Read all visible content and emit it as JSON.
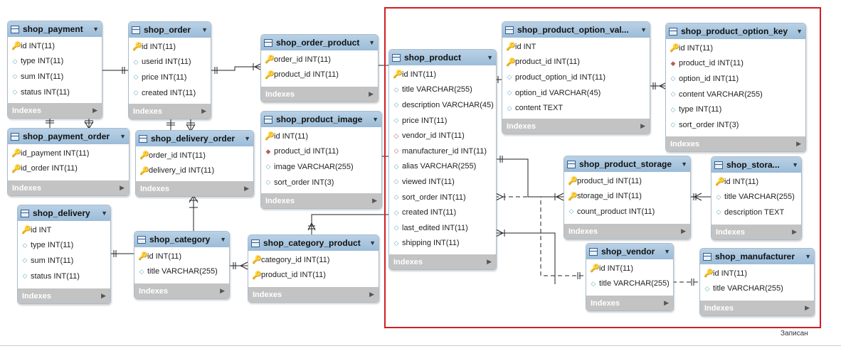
{
  "caption": "Записан",
  "indexes_label": "Indexes",
  "tables": [
    {
      "id": "shop_payment",
      "name": "shop_payment",
      "columns": [
        {
          "icon": "pk",
          "text": "id INT(11)"
        },
        {
          "icon": "col",
          "text": "type INT(11)"
        },
        {
          "icon": "col",
          "text": "sum INT(11)"
        },
        {
          "icon": "col",
          "text": "status INT(11)"
        }
      ]
    },
    {
      "id": "shop_order",
      "name": "shop_order",
      "columns": [
        {
          "icon": "pk",
          "text": "id INT(11)"
        },
        {
          "icon": "col",
          "text": "userid INT(11)"
        },
        {
          "icon": "col",
          "text": "price INT(11)"
        },
        {
          "icon": "col",
          "text": "created INT(11)"
        }
      ]
    },
    {
      "id": "shop_order_product",
      "name": "shop_order_product",
      "columns": [
        {
          "icon": "fk",
          "text": "order_id INT(11)"
        },
        {
          "icon": "fk",
          "text": "product_id INT(11)"
        }
      ]
    },
    {
      "id": "shop_payment_order",
      "name": "shop_payment_order",
      "columns": [
        {
          "icon": "fk",
          "text": "id_payment INT(11)"
        },
        {
          "icon": "fk",
          "text": "id_order INT(11)"
        }
      ]
    },
    {
      "id": "shop_delivery_order",
      "name": "shop_delivery_order",
      "columns": [
        {
          "icon": "fk",
          "text": "order_id INT(11)"
        },
        {
          "icon": "fk",
          "text": "delivery_id INT(11)"
        }
      ]
    },
    {
      "id": "shop_product_image",
      "name": "shop_product_image",
      "columns": [
        {
          "icon": "pk",
          "text": "id INT(11)"
        },
        {
          "icon": "fkd",
          "text": "product_id INT(11)"
        },
        {
          "icon": "col",
          "text": "image VARCHAR(255)"
        },
        {
          "icon": "col",
          "text": "sort_order INT(3)"
        }
      ]
    },
    {
      "id": "shop_delivery",
      "name": "shop_delivery",
      "columns": [
        {
          "icon": "pk",
          "text": "id INT"
        },
        {
          "icon": "col",
          "text": "type INT(11)"
        },
        {
          "icon": "col",
          "text": "sum INT(11)"
        },
        {
          "icon": "col",
          "text": "status INT(11)"
        }
      ]
    },
    {
      "id": "shop_category",
      "name": "shop_category",
      "columns": [
        {
          "icon": "pk",
          "text": "id INT(11)"
        },
        {
          "icon": "col",
          "text": "title VARCHAR(255)"
        }
      ]
    },
    {
      "id": "shop_category_product",
      "name": "shop_category_product",
      "columns": [
        {
          "icon": "fk",
          "text": "category_id INT(11)"
        },
        {
          "icon": "fk",
          "text": "product_id INT(11)"
        }
      ]
    },
    {
      "id": "shop_product",
      "name": "shop_product",
      "columns": [
        {
          "icon": "pk",
          "text": "id INT(11)"
        },
        {
          "icon": "col",
          "text": "title VARCHAR(255)"
        },
        {
          "icon": "col",
          "text": "description VARCHAR(45)"
        },
        {
          "icon": "col",
          "text": "price INT(11)"
        },
        {
          "icon": "nn",
          "text": "vendor_id INT(11)"
        },
        {
          "icon": "nn",
          "text": "manufacturer_id INT(11)"
        },
        {
          "icon": "col",
          "text": "alias VARCHAR(255)"
        },
        {
          "icon": "col",
          "text": "viewed INT(11)"
        },
        {
          "icon": "col",
          "text": "sort_order INT(11)"
        },
        {
          "icon": "col",
          "text": "created INT(11)"
        },
        {
          "icon": "col",
          "text": "last_edited INT(11)"
        },
        {
          "icon": "col",
          "text": "shipping INT(11)"
        }
      ]
    },
    {
      "id": "shop_product_option_values",
      "name": "shop_product_option_val...",
      "columns": [
        {
          "icon": "pk",
          "text": "id INT"
        },
        {
          "icon": "fk",
          "text": "product_id INT(11)"
        },
        {
          "icon": "col",
          "text": "product_option_id INT(11)"
        },
        {
          "icon": "col",
          "text": "option_id VARCHAR(45)"
        },
        {
          "icon": "col",
          "text": "content TEXT"
        }
      ]
    },
    {
      "id": "shop_product_option_key",
      "name": "shop_product_option_key",
      "columns": [
        {
          "icon": "pk",
          "text": "id INT(11)"
        },
        {
          "icon": "fkd",
          "text": "product_id INT(11)"
        },
        {
          "icon": "col",
          "text": "option_id INT(11)"
        },
        {
          "icon": "col",
          "text": "content VARCHAR(255)"
        },
        {
          "icon": "col",
          "text": "type INT(11)"
        },
        {
          "icon": "col",
          "text": "sort_order INT(3)"
        }
      ]
    },
    {
      "id": "shop_product_storage",
      "name": "shop_product_storage",
      "columns": [
        {
          "icon": "fk",
          "text": "product_id INT(11)"
        },
        {
          "icon": "fk",
          "text": "storage_id INT(11)"
        },
        {
          "icon": "col",
          "text": "count_product INT(11)"
        }
      ]
    },
    {
      "id": "shop_storage",
      "name": "shop_stora...",
      "columns": [
        {
          "icon": "pk",
          "text": "id INT(11)"
        },
        {
          "icon": "col",
          "text": "title VARCHAR(255)"
        },
        {
          "icon": "col",
          "text": "description TEXT"
        }
      ]
    },
    {
      "id": "shop_vendor",
      "name": "shop_vendor",
      "columns": [
        {
          "icon": "pk",
          "text": "id INT(11)"
        },
        {
          "icon": "col",
          "text": "title VARCHAR(255)"
        }
      ]
    },
    {
      "id": "shop_manufacturer",
      "name": "shop_manufacturer",
      "columns": [
        {
          "icon": "pk",
          "text": "id INT(11)"
        },
        {
          "icon": "col",
          "text": "title VARCHAR(255)"
        }
      ]
    }
  ]
}
